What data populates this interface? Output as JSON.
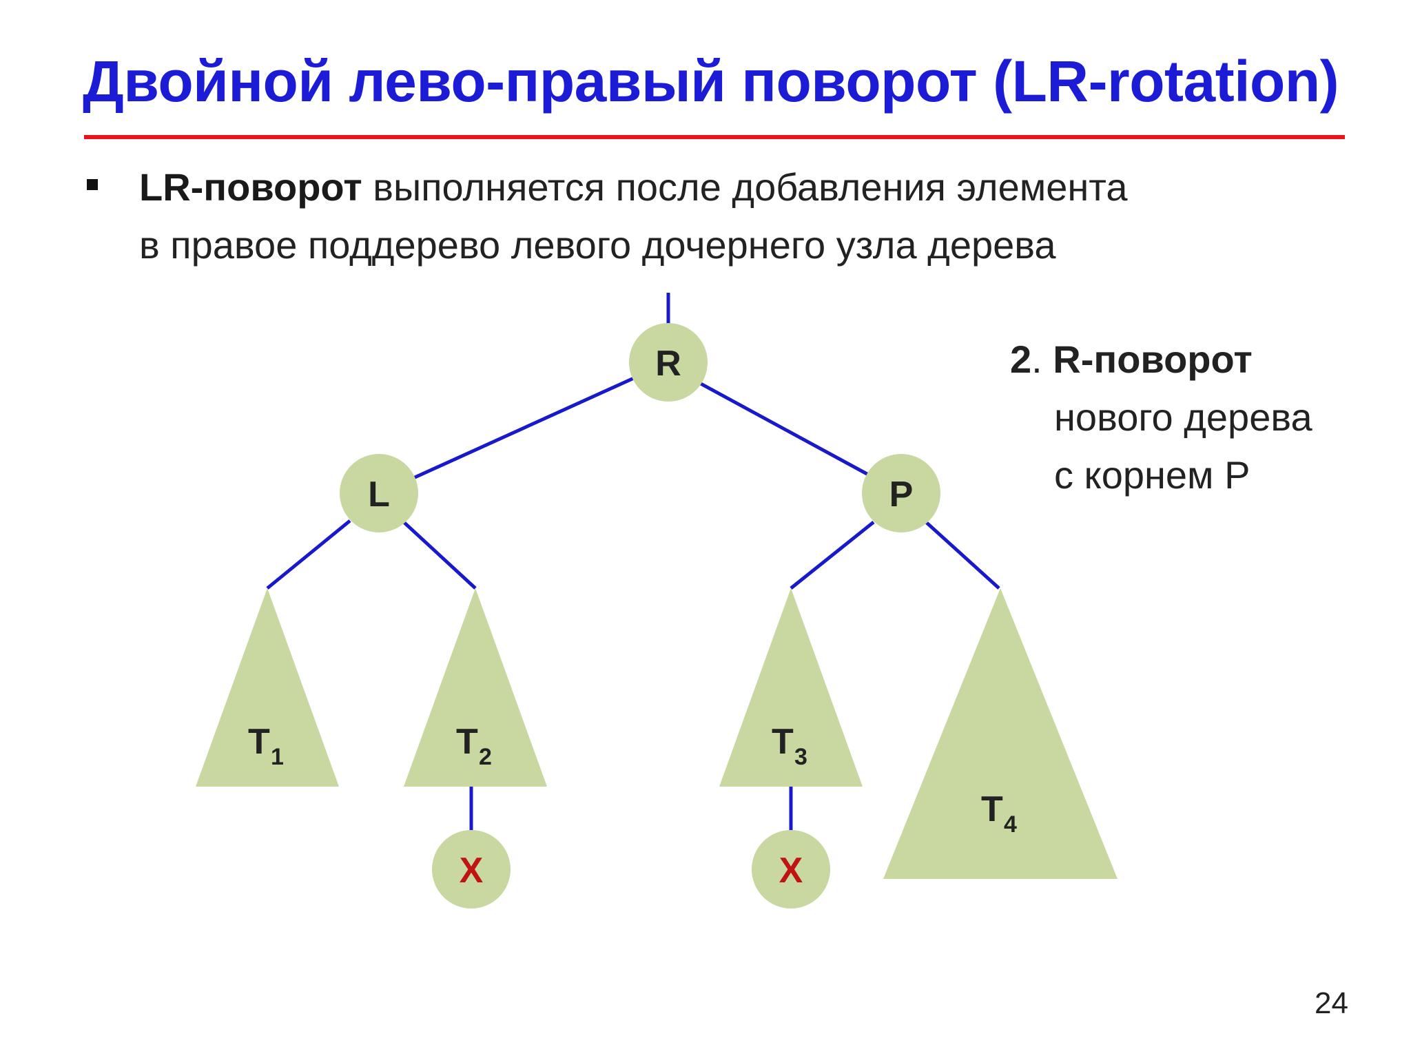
{
  "slide": {
    "title": "Двойной лево-правый поворот (LR-rotation)",
    "bullet_bold": "LR-поворот",
    "bullet_rest": " выполняется после добавления элемента",
    "bullet_line2": "в правое поддерево левого дочернего узла дерева",
    "page_number": "24"
  },
  "note": {
    "num": "2",
    "sep": ". ",
    "bold": "R-поворот",
    "line2": "нового дерева",
    "line3": "с корнем P"
  },
  "tree": {
    "nodes": {
      "root": "R",
      "left": "L",
      "right": "P",
      "inserted_1": "X",
      "inserted_2": "X"
    },
    "subtrees": {
      "t1": {
        "base": "T",
        "sub": "1"
      },
      "t2": {
        "base": "T",
        "sub": "2"
      },
      "t3": {
        "base": "T",
        "sub": "3"
      },
      "t4": {
        "base": "T",
        "sub": "4"
      }
    }
  },
  "colors": {
    "title": "#1c1cd6",
    "rule": "#e8141b",
    "edge": "#1818cc",
    "node_fill": "#c8d8a0",
    "node_text": "#222222",
    "inserted_text": "#c01414"
  }
}
